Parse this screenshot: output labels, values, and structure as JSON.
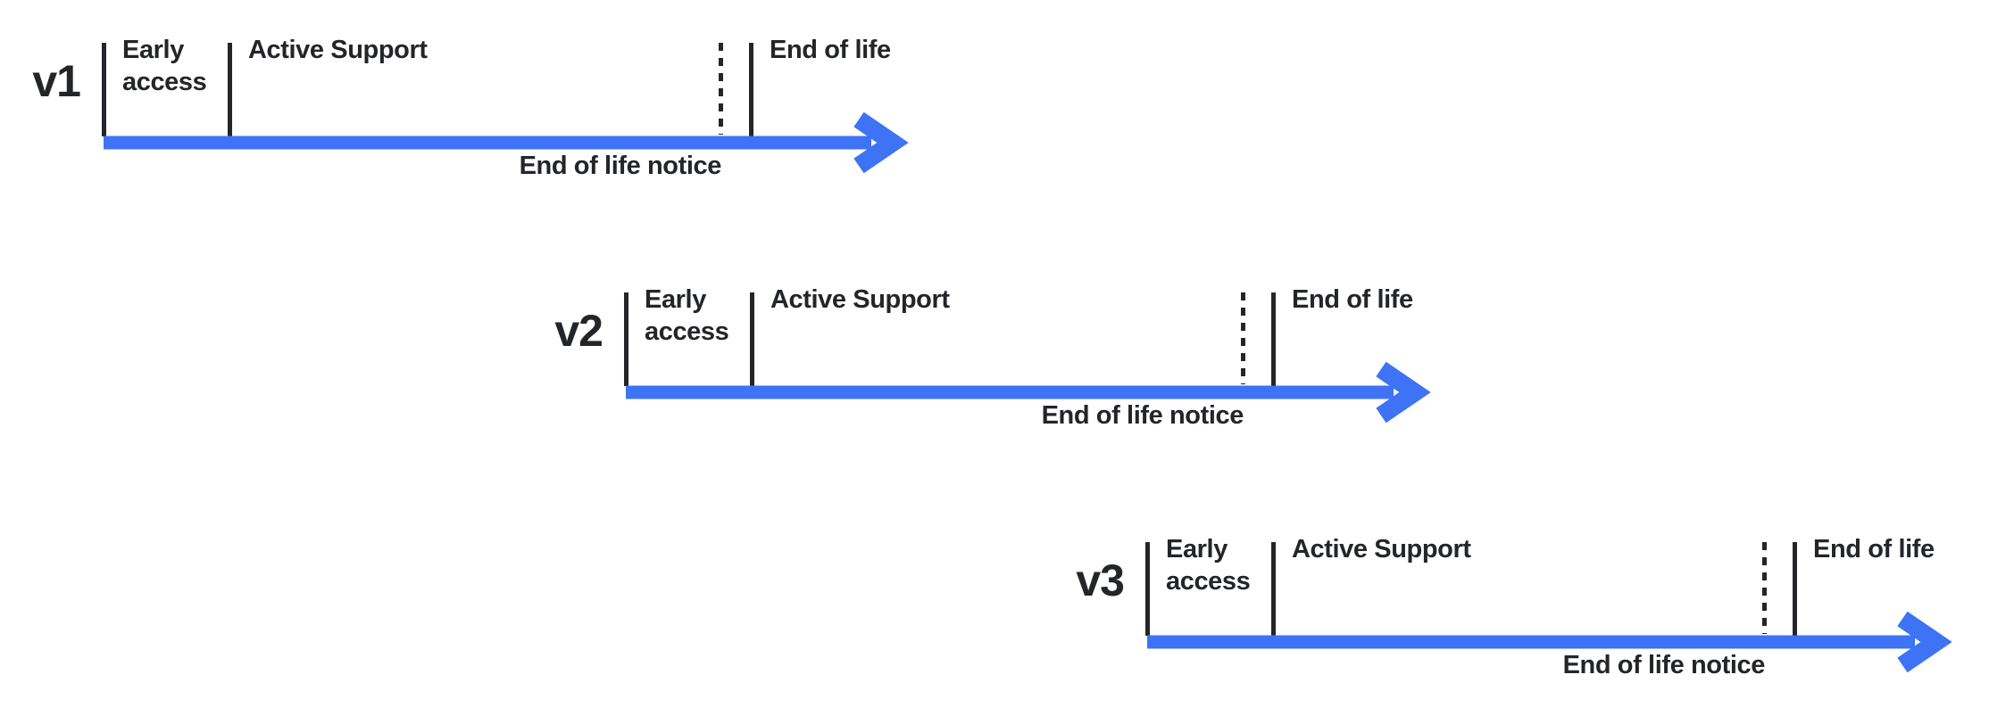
{
  "colors": {
    "accent_blue": "#3D73F4",
    "text_dark": "#232529",
    "background": "#FFFFFF"
  },
  "rows": [
    {
      "version": "v1",
      "early_access_label": "Early access",
      "active_support_label": "Active Support",
      "end_of_life_label": "End of life",
      "eol_notice_label": "End of life notice"
    },
    {
      "version": "v2",
      "early_access_label": "Early access",
      "active_support_label": "Active Support",
      "end_of_life_label": "End of life",
      "eol_notice_label": "End of life notice"
    },
    {
      "version": "v3",
      "early_access_label": "Early access",
      "active_support_label": "Active Support",
      "end_of_life_label": "End of life",
      "eol_notice_label": "End of life notice"
    }
  ]
}
